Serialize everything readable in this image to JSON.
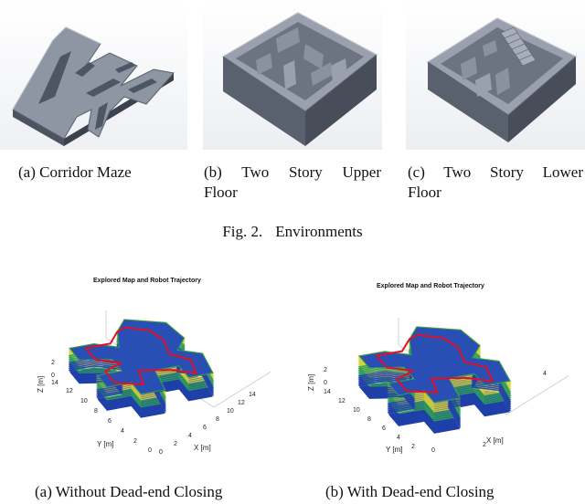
{
  "figure2": {
    "label": "Fig. 2.",
    "title": "Environments",
    "subfigures": [
      {
        "tag": "(a)",
        "caption_line1": "(a) Corridor Maze",
        "caption_line2": ""
      },
      {
        "tag": "(b)",
        "caption_line1": "(b) Two Story Upper",
        "caption_line2": "Floor"
      },
      {
        "tag": "(c)",
        "caption_line1": "(c) Two Story Lower",
        "caption_line2": "Floor"
      }
    ]
  },
  "figure3": {
    "subfigures": [
      {
        "caption": "(a) Without Dead-end Closing",
        "plot_title": "Explored Map and Robot Trajectory",
        "x_label": "X [m]",
        "y_label": "Y [m]",
        "z_label": "Z [m]",
        "x_ticks": [
          "0",
          "2",
          "4",
          "6",
          "8",
          "10",
          "12",
          "14"
        ],
        "y_ticks": [
          "14",
          "12",
          "10",
          "8",
          "6",
          "4",
          "2",
          "0"
        ],
        "z_ticks": [
          "0",
          "2"
        ]
      },
      {
        "caption": "(b) With Dead-end Closing",
        "plot_title": "Explored Map and Robot Trajectory",
        "x_label": "X [m]",
        "y_label": "Y [m]",
        "z_label": "Z [m]",
        "x_ticks": [
          "0",
          "2",
          "4"
        ],
        "y_ticks": [
          "14",
          "12",
          "10",
          "8",
          "6",
          "4",
          "2"
        ],
        "z_ticks": [
          "0",
          "2"
        ]
      }
    ]
  },
  "colors": {
    "cad_top": "#8e95a3",
    "cad_side": "#5a616e",
    "cad_dark": "#3c424d",
    "trajectory": "#e0102a",
    "voxel_blue": "#1f3fa8",
    "voxel_green": "#2f9c5a",
    "voxel_yellow": "#d8d23a"
  }
}
